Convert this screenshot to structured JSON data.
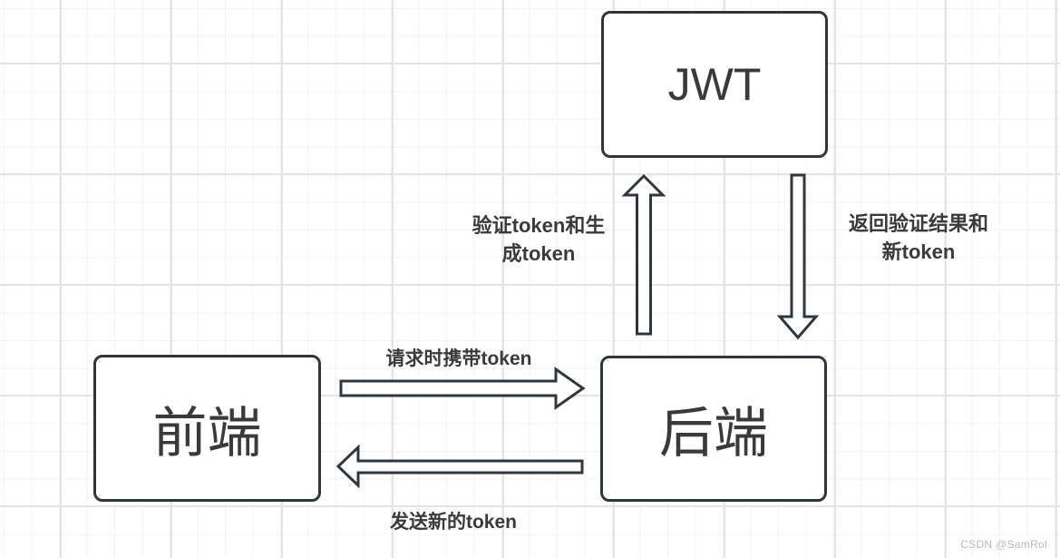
{
  "diagram": {
    "title_implicit": "JWT token flow",
    "nodes": {
      "jwt": {
        "label": "JWT"
      },
      "frontend": {
        "label": "前端"
      },
      "backend": {
        "label": "后端"
      }
    },
    "edges": {
      "verify": {
        "label": "验证token和生成token",
        "lines": [
          "验证token和生",
          "成token"
        ],
        "from": "后端",
        "to": "JWT",
        "direction": "up"
      },
      "return": {
        "label": "返回验证结果和新token",
        "lines": [
          "返回验证结果和",
          "新token"
        ],
        "from": "JWT",
        "to": "后端",
        "direction": "down"
      },
      "request": {
        "label": "请求时携带token",
        "from": "前端",
        "to": "后端",
        "direction": "right"
      },
      "send": {
        "label": "发送新的token",
        "from": "后端",
        "to": "前端",
        "direction": "left"
      }
    },
    "colors": {
      "stroke": "#30363d",
      "text": "#3a3a3a",
      "node_fill": "#ffffff",
      "grid_minor": "#f3f3f3",
      "grid_major": "#e4e4e4",
      "watermark": "#b9b9b9"
    }
  },
  "watermark": {
    "text": "CSDN @SamRol"
  }
}
